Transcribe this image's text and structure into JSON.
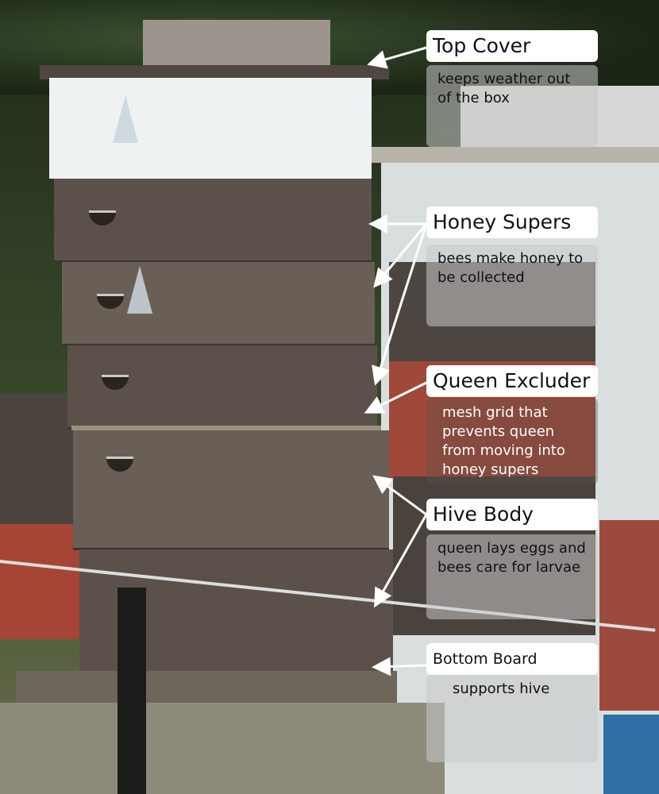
{
  "labels": [
    {
      "title": "Top Cover",
      "description": "keeps weather out of the box"
    },
    {
      "title": "Honey Supers",
      "description": "bees make honey to be collected"
    },
    {
      "title": "Queen Excluder",
      "description": "mesh grid that prevents queen from moving into honey supers"
    },
    {
      "title": "Hive Body",
      "description": "queen lays eggs and bees care for larvae"
    },
    {
      "title": "Bottom Board",
      "description": "supports hive"
    }
  ],
  "colors": {
    "hive_brown": "#5b514a",
    "label_bg": "#ffffff",
    "arrow": "#ffffff"
  }
}
